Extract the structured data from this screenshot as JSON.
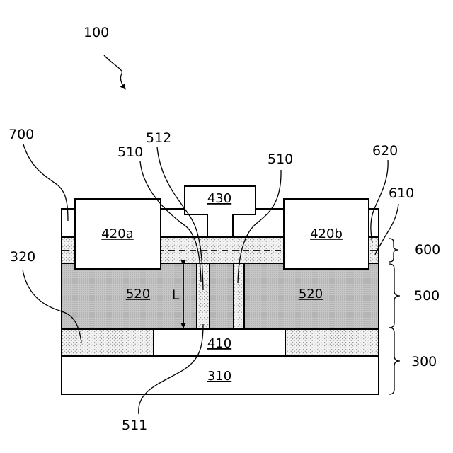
{
  "figure_ref": "100",
  "labels": {
    "l700": "700",
    "l512": "512",
    "l510a": "510",
    "l510b": "510",
    "l620": "620",
    "l610": "610",
    "l600": "600",
    "l500": "500",
    "l300": "300",
    "l320": "320",
    "l511": "511"
  },
  "regions": {
    "r430": "430",
    "r420a": "420a",
    "r420b": "420b",
    "r520a": "520",
    "r520b": "520",
    "r410": "410",
    "r310": "310",
    "length": "L"
  },
  "colors": {
    "outline": "#000000",
    "fill_white": "#ffffff",
    "dotted_layer": "#f1f1f1",
    "dense_layer": "#c4c4c4"
  }
}
